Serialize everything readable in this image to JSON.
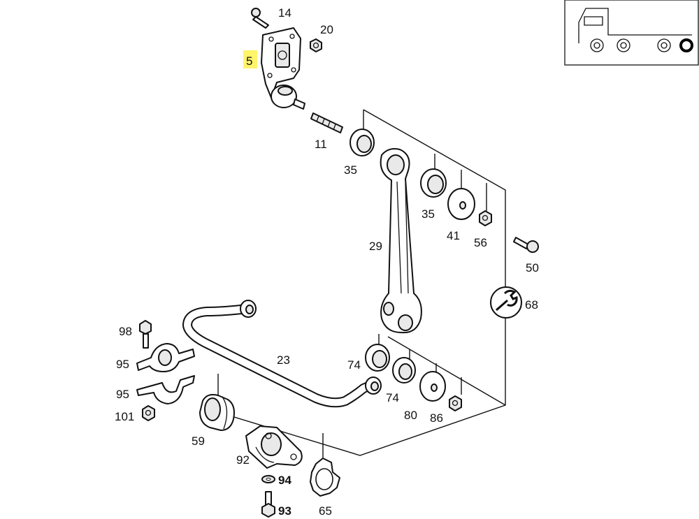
{
  "highlight_color": "#fff46a",
  "labels": {
    "l14": "14",
    "l20": "20",
    "l5": "5",
    "l11": "11",
    "l35a": "35",
    "l35b": "35",
    "l41": "41",
    "l56": "56",
    "l29": "29",
    "l50": "50",
    "l68": "68",
    "l98": "98",
    "l95a": "95",
    "l95b": "95",
    "l101": "101",
    "l23": "23",
    "l74a": "74",
    "l74b": "74",
    "l80": "80",
    "l86": "86",
    "l59": "59",
    "l92": "92",
    "l94": "94",
    "l93": "93",
    "l65": "65"
  },
  "icons": {
    "vehicle": "truck-axle-icon",
    "tool": "wrench-icon"
  }
}
